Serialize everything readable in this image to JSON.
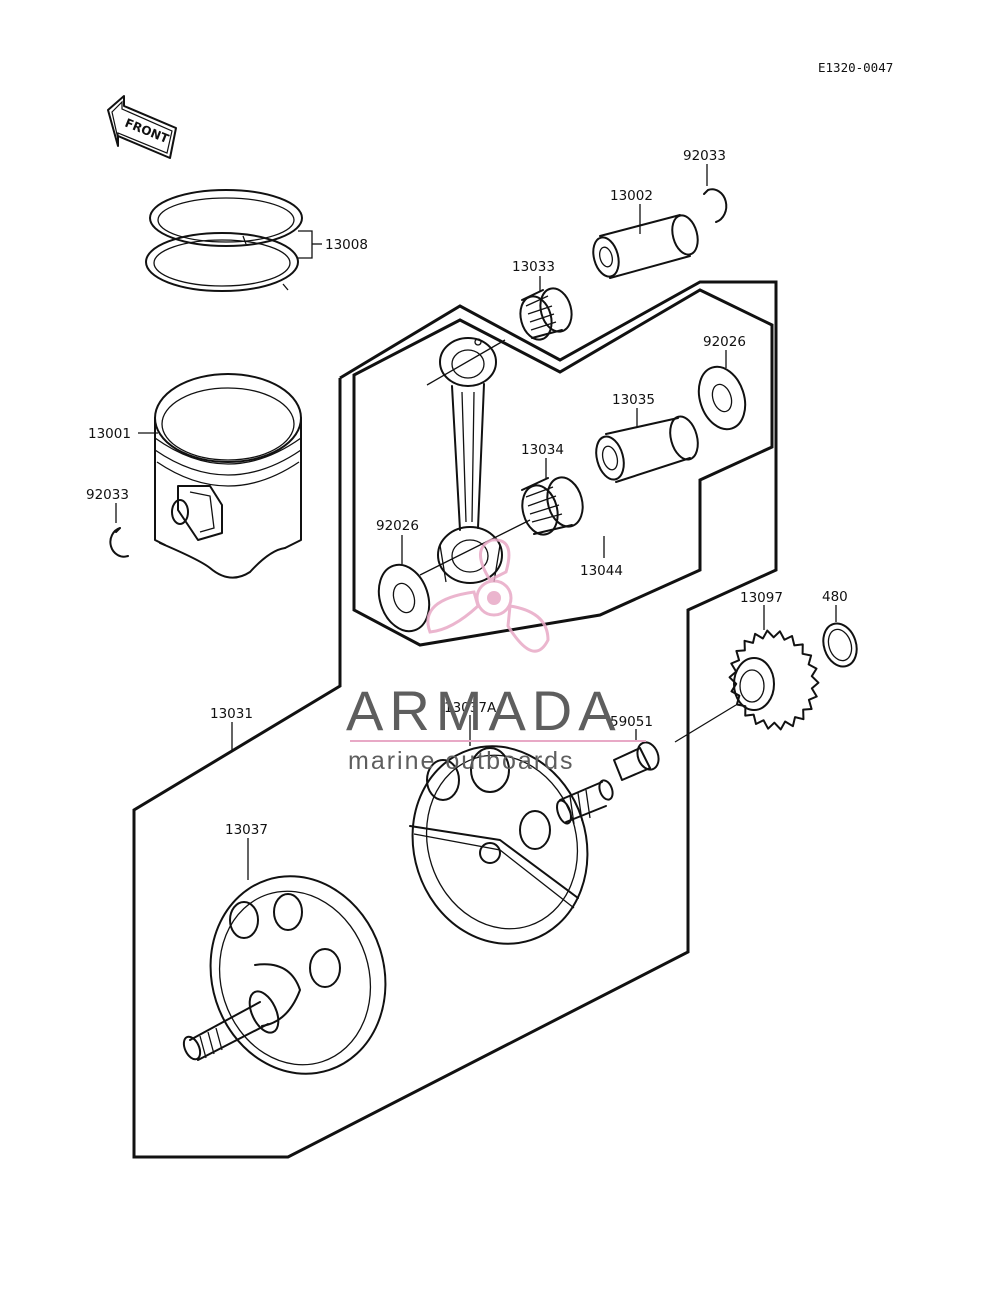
{
  "diagram": {
    "code": "E1320-0047",
    "front_label": "FRONT",
    "labels": {
      "p13008": "13008",
      "p13001": "13001",
      "p92033a": "92033",
      "p92033b": "92033",
      "p13002": "13002",
      "p13033": "13033",
      "p92026a": "92026",
      "p92026b": "92026",
      "p13035": "13035",
      "p13034": "13034",
      "p13044": "13044",
      "p13097": "13097",
      "p480": "480",
      "p13031": "13031",
      "p13037A": "13037A",
      "p59051": "59051",
      "p13037": "13037"
    }
  },
  "watermark": {
    "brand": "ARMADA",
    "tagline": "marine outboards",
    "accent_color": "#e8a9c6",
    "text_color": "#5e5e5e"
  }
}
